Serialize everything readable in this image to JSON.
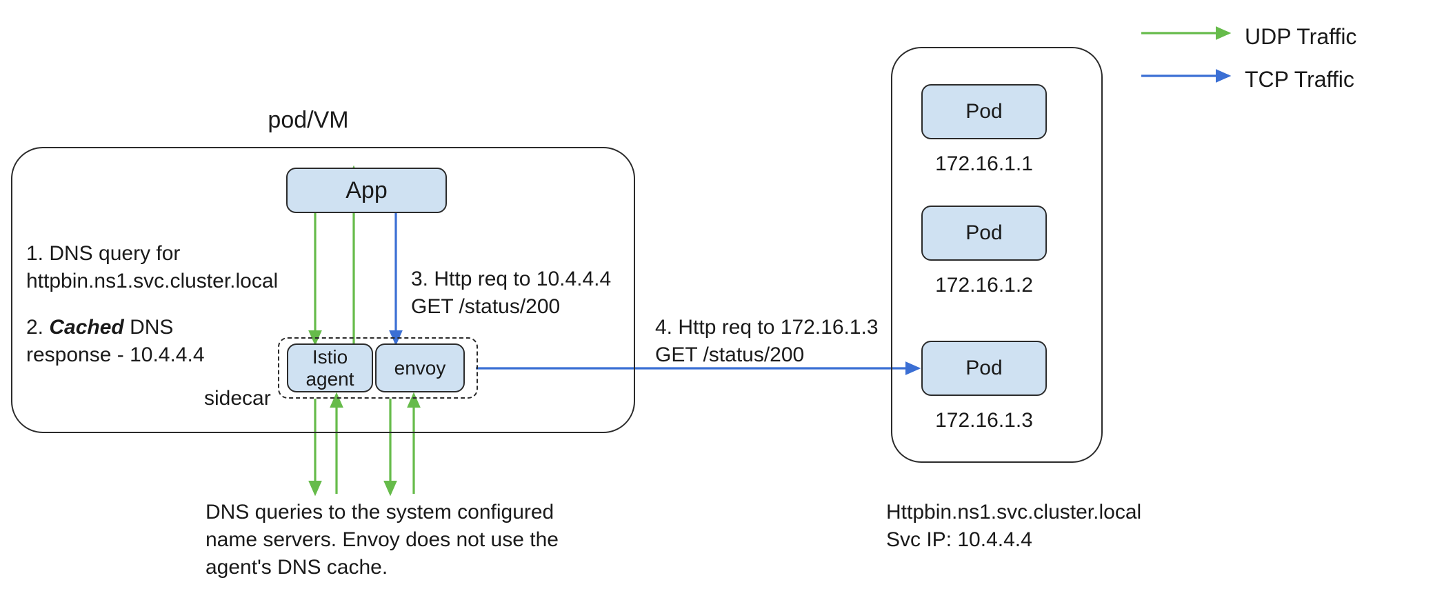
{
  "diagram": {
    "title_pod_vm": "pod/VM",
    "app_box_label": "App",
    "sidecar_label": "sidecar",
    "istio_agent_label": "Istio\nagent",
    "envoy_label": "envoy",
    "step1": "1. DNS query for\nhttpbin.ns1.svc.cluster.local",
    "step2_prefix": "2. ",
    "step2_emphasis": "Cached",
    "step2_suffix": " DNS\nresponse - 10.4.4.4",
    "step3": "3. Http req to 10.4.4.4\nGET /status/200",
    "step4": "4. Http req to 172.16.1.3\nGET /status/200",
    "bottom_note": "DNS queries to the system configured\nname servers. Envoy does not use the\nagent's DNS cache.",
    "service_note": "Httpbin.ns1.svc.cluster.local\nSvc IP: 10.4.4.4"
  },
  "pods": [
    {
      "label": "Pod",
      "ip": "172.16.1.1"
    },
    {
      "label": "Pod",
      "ip": "172.16.1.2"
    },
    {
      "label": "Pod",
      "ip": "172.16.1.3"
    }
  ],
  "legend": {
    "items": [
      {
        "label": "UDP Traffic",
        "color": "#66bb4a",
        "icon": "arrow-right-icon"
      },
      {
        "label": "TCP Traffic",
        "color": "#3b6fd4",
        "icon": "arrow-right-icon"
      }
    ]
  },
  "colors": {
    "udp_green": "#66bb4a",
    "tcp_blue": "#3b6fd4",
    "node_fill": "#cfe1f2",
    "stroke": "#2b2b2b",
    "text": "#1a1a1a"
  }
}
